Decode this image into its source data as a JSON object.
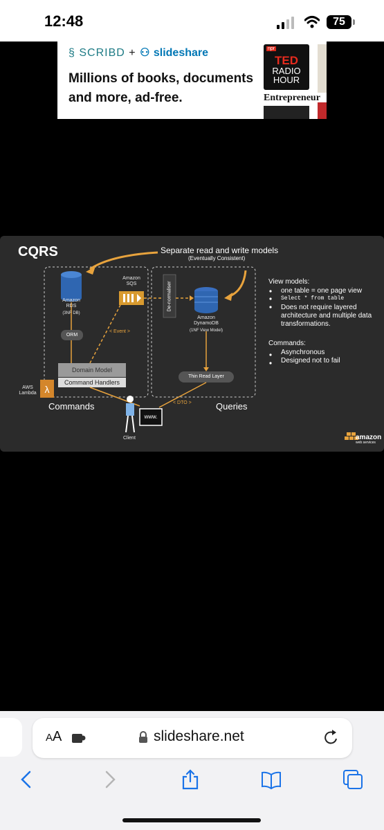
{
  "status_bar": {
    "time": "12:48",
    "battery": "75"
  },
  "ad": {
    "brand_scribd": "SCRIBD",
    "brand_plus": "+",
    "brand_slideshare": "slideshare",
    "headline": "Millions of books, documents and more, ad-free.",
    "npr": "npr",
    "ted": "TED",
    "radio_hour": "RADIO HOUR",
    "magazine": "Entrepreneur"
  },
  "slide": {
    "title": "CQRS",
    "subtitle": "Separate read and write models",
    "subtitle_note": "(Eventually Consistent)",
    "rds_label": "Amazon RDS",
    "rds_note": "(3NF DB)",
    "sqs_label": "Amazon SQS",
    "orm": "ORM",
    "event": "< Event >",
    "denormaliser": "De-normaliser",
    "dynamodb_label": "Amazon DynamoDB",
    "dynamodb_note": "(1NF View Model)",
    "domain_model": "Domain Model",
    "command_handlers": "Command Handlers",
    "thin_read_layer": "Thin Read Layer",
    "aws_lambda": "AWS Lambda",
    "commands": "Commands",
    "queries": "Queries",
    "dto": "< DTO >",
    "www": "www.",
    "client": "Client",
    "view_models_heading": "View models:",
    "view_models_items": [
      "one table = one page view",
      "Select * from table",
      "Does not require layered architecture and multiple data transformations."
    ],
    "commands_heading": "Commands:",
    "commands_items": [
      "Asynchronous",
      "Designed not to fail"
    ],
    "aws_logo": "amazon",
    "aws_logo_sub": "web services"
  },
  "browser": {
    "aa_small": "A",
    "aa_large": "A",
    "url": "slideshare.net"
  },
  "colors": {
    "accent_orange": "#e8a33d",
    "ios_blue": "#1a73e8",
    "rds_blue": "#2f66b1"
  }
}
